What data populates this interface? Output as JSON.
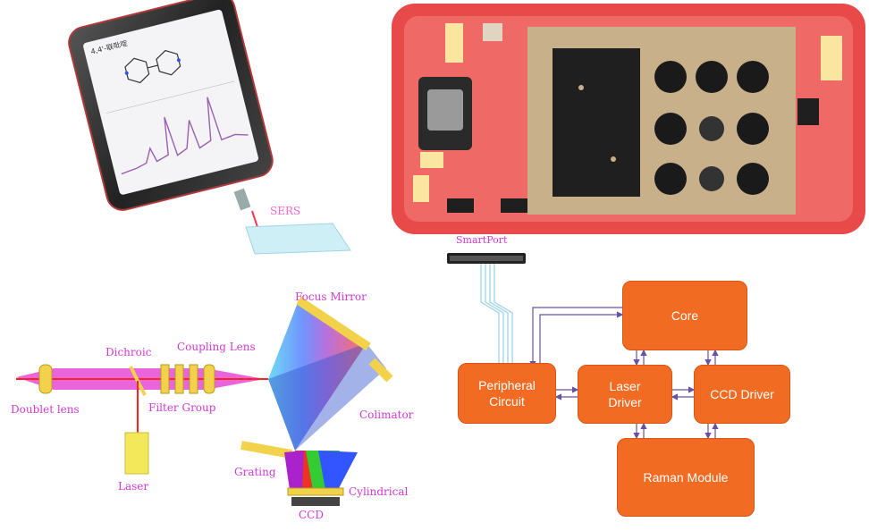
{
  "phone_illustration": {
    "screen_title": "4,4'-联吡啶",
    "probe_label": "SERS",
    "colors": {
      "body": "#2a2a2a",
      "screen": "#f4f4f6",
      "spectrum": "#9b5fb0",
      "laser": "#ff3355"
    }
  },
  "hardware_photo": {
    "colors": {
      "frame": "#e84a4a",
      "shield": "#c8b08a",
      "battery": "#1f1f1f"
    }
  },
  "connector": {
    "label": "SmartPort"
  },
  "optics": {
    "labels": {
      "doublet_lens": "Doublet lens",
      "dichroic": "Dichroic",
      "coupling_lens": "Coupling Lens",
      "filter_group": "Filter Group",
      "laser": "Laser",
      "focus_mirror": "Focus Mirror",
      "colimator": "Colimator",
      "grating": "Grating",
      "cylindrical": "Cylindrical",
      "ccd": "CCD"
    },
    "colors": {
      "beam": "#e44ad6",
      "laser_beam": "#ff2222",
      "mirror": "#f2d24a",
      "laser_body": "#f2e85a"
    }
  },
  "block_diagram": {
    "blocks": {
      "core": "Core",
      "peripheral": "Peripheral\nCircuit",
      "laser_driver": "Laser\nDriver",
      "ccd_driver": "CCD  Driver",
      "raman": "Raman Module"
    },
    "colors": {
      "block": "#f26b22",
      "arrow": "#6a4fa8",
      "cable": "#a8d8e8"
    }
  }
}
